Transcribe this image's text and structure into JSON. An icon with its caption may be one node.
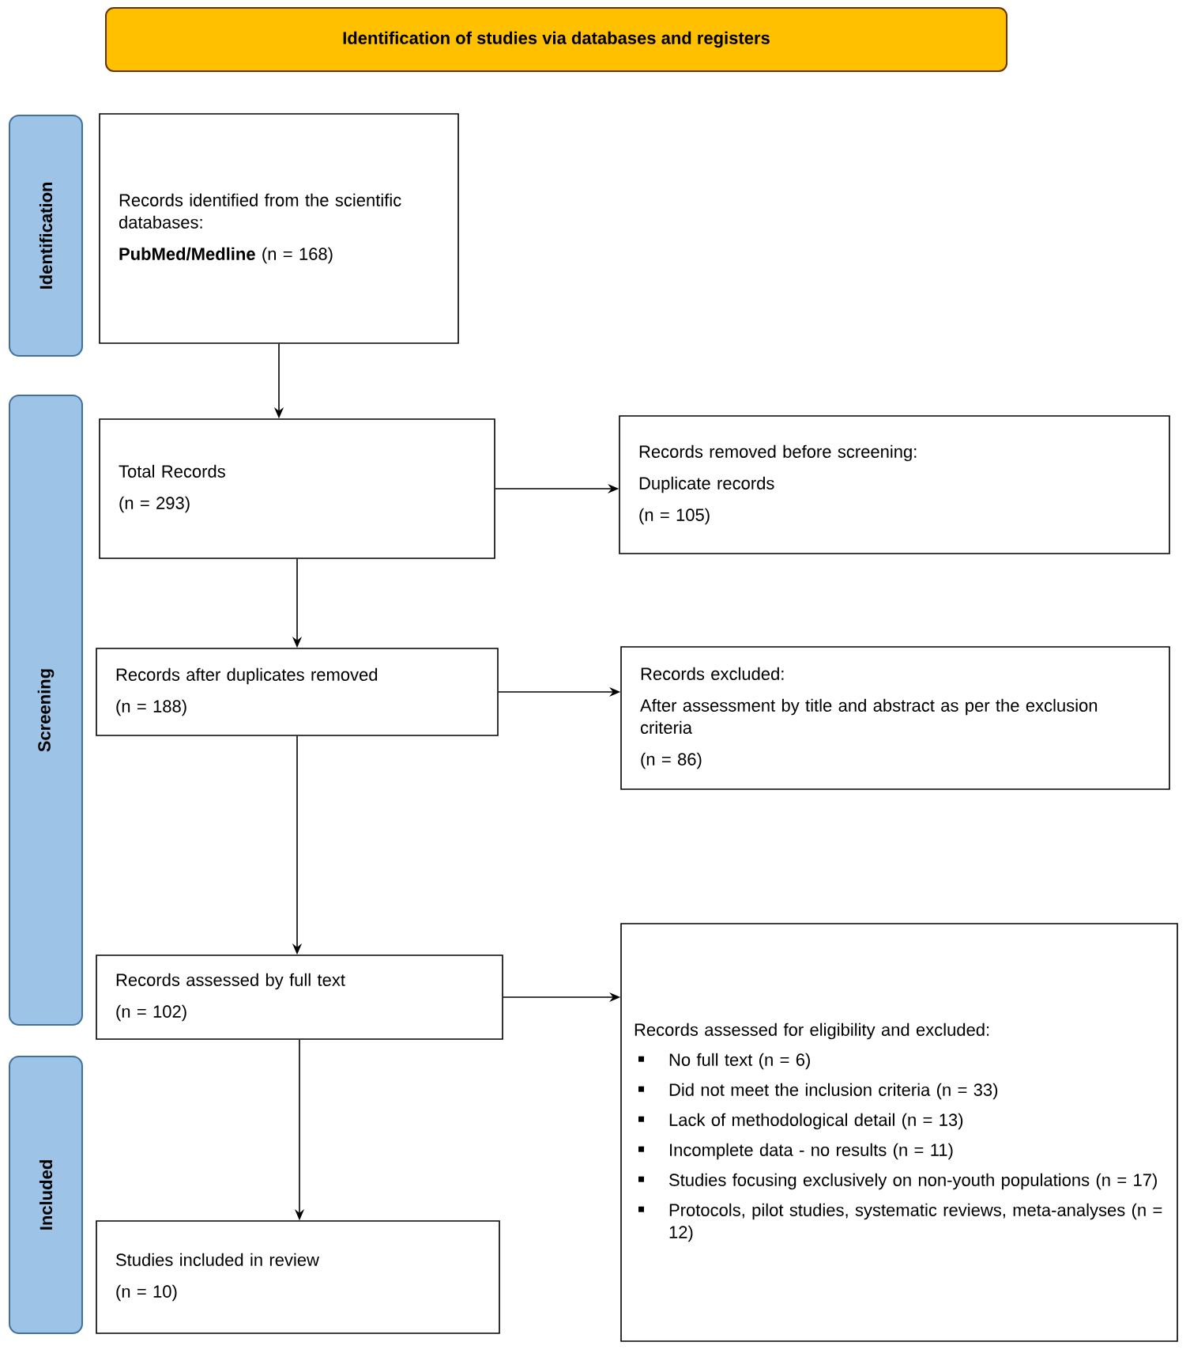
{
  "diagram": {
    "nodes": [
      {
        "text": [
          "Identification of studies via databases and registers"
        ]
      },
      {
        "text": [
          "Identification"
        ]
      },
      {
        "text": [
          "Screening"
        ]
      },
      {
        "text": [
          "Included"
        ]
      },
      {
        "text": [
          "Records identified from the scientific databases:",
          "**PubMed/Medline** (n = 168)"
        ]
      },
      {
        "text": [
          "Total Records",
          "(n = 293)"
        ]
      },
      {
        "text": [
          "Records removed before screening:",
          "Duplicate records",
          "(n = 105)"
        ]
      },
      {
        "text": [
          "Records after duplicates removed",
          "(n = 188)"
        ]
      },
      {
        "text": [
          "Records excluded:",
          "After assessment by title and abstract as per the exclusion criteria",
          "(n = 86)"
        ]
      },
      {
        "text": [
          "Records assessed by full text",
          "(n = 102)"
        ]
      },
      {
        "text": [
          "Records assessed for eligibility and excluded:",
          "No full text (n = 6)",
          "Did not meet the inclusion criteria (n = 33)",
          "Lack of methodological detail (n = 13)",
          "Incomplete data - no results (n = 11)",
          "Studies focusing exclusively on non-youth populations (n = 17)",
          "Protocols, pilot studies, systematic reviews, meta-analyses (n = 12)"
        ]
      },
      {
        "text": [
          "Studies included in review",
          "(n = 10)"
        ]
      }
    ],
    "edges": [
      {
        "from": 4,
        "to": 5,
        "arrow": "to"
      },
      {
        "from": 5,
        "to": 6,
        "arrow": "to"
      },
      {
        "from": 5,
        "to": 7,
        "arrow": "to"
      },
      {
        "from": 7,
        "to": 8,
        "arrow": "to"
      },
      {
        "from": 7,
        "to": 9,
        "arrow": "to"
      },
      {
        "from": 9,
        "to": 10,
        "arrow": "to"
      },
      {
        "from": 9,
        "to": 11,
        "arrow": "to"
      }
    ]
  }
}
